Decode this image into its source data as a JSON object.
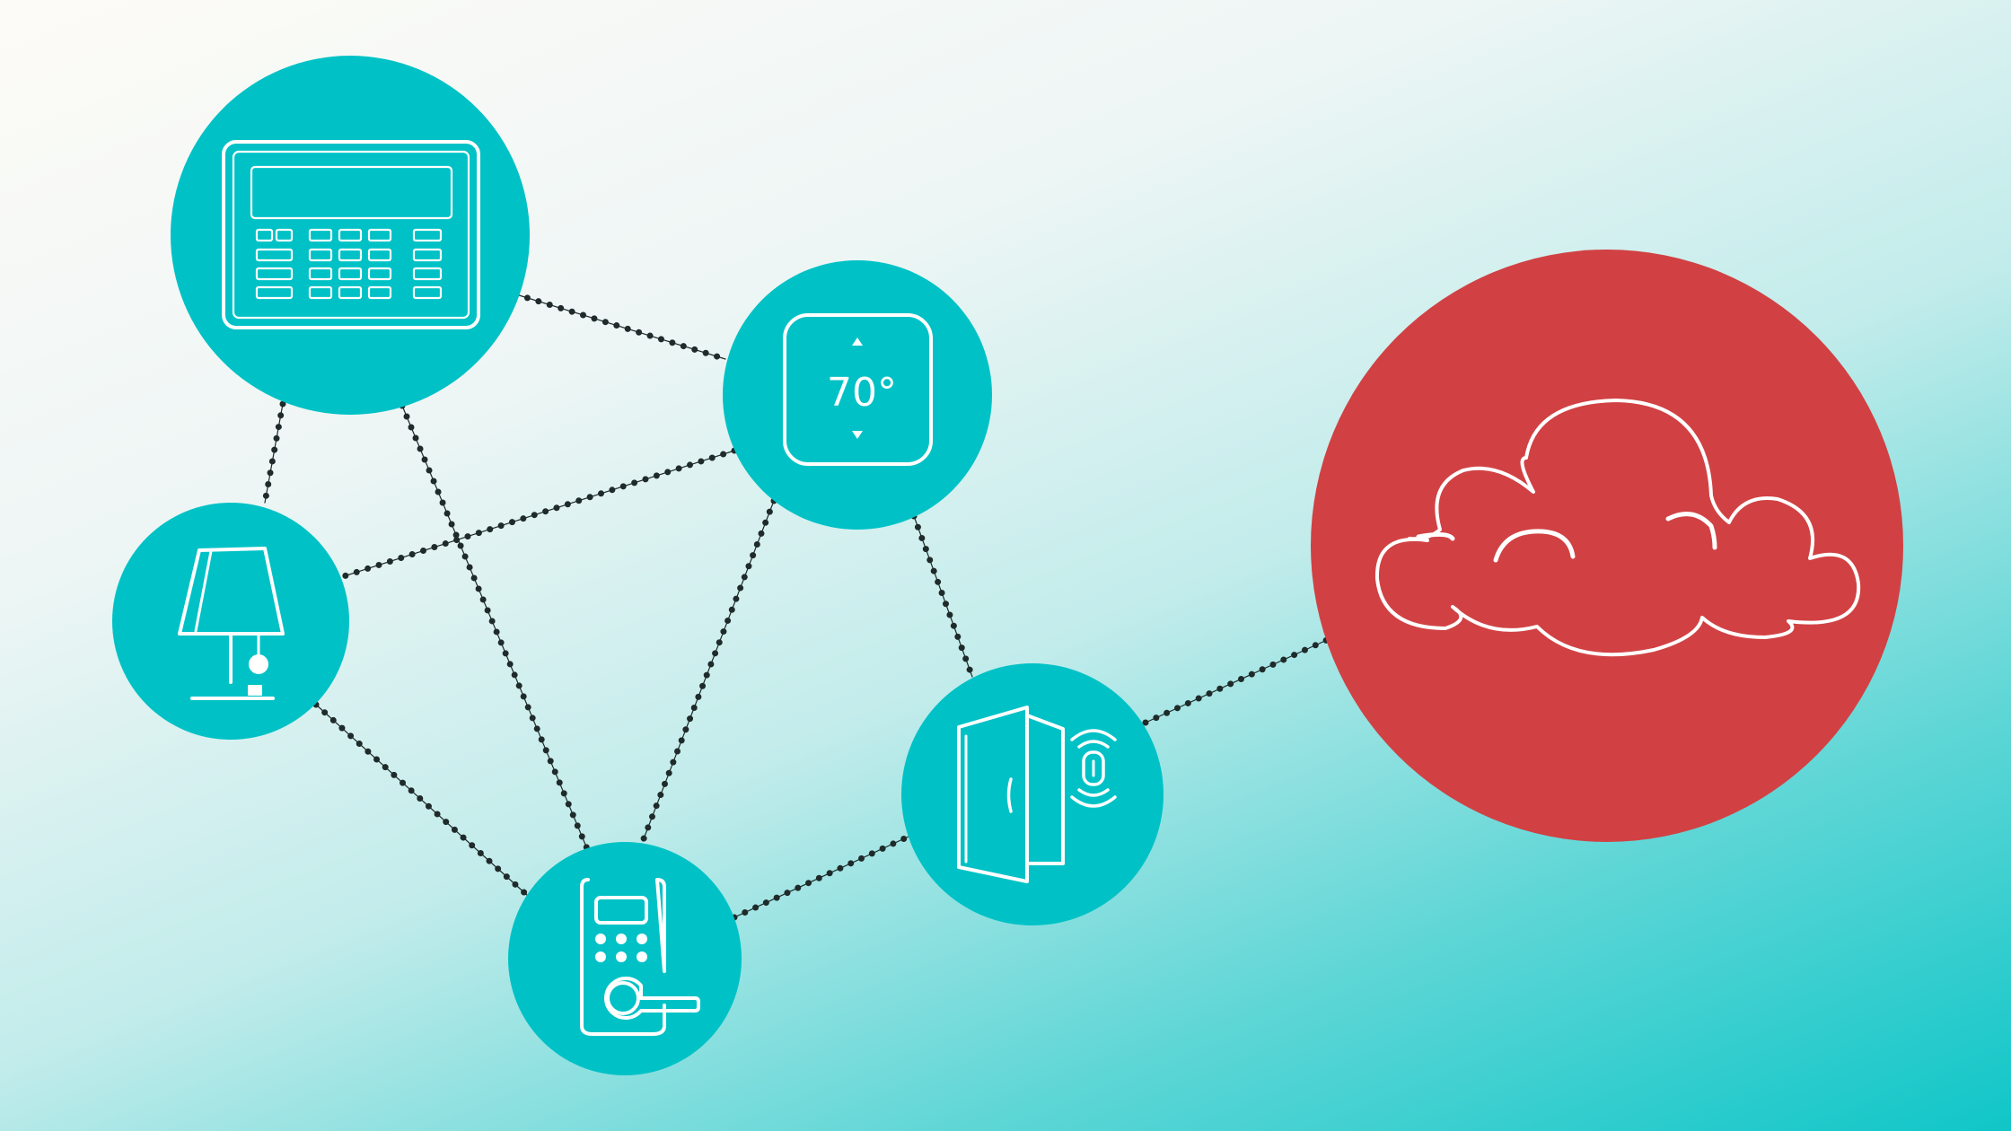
{
  "diagram": {
    "colors": {
      "device": "#00c2c6",
      "cloud": "#d14143",
      "link": "#1f2a2a",
      "icon": "#ffffff"
    },
    "devices": [
      {
        "id": "keypad",
        "icon": "alarm-keypad-icon"
      },
      {
        "id": "thermostat",
        "icon": "thermostat-icon"
      },
      {
        "id": "lamp",
        "icon": "lamp-icon"
      },
      {
        "id": "lock",
        "icon": "smart-lock-icon"
      },
      {
        "id": "door",
        "icon": "door-sensor-icon"
      },
      {
        "id": "cloud",
        "icon": "cloud-icon"
      }
    ],
    "thermostat": {
      "temperature": "70°"
    }
  }
}
